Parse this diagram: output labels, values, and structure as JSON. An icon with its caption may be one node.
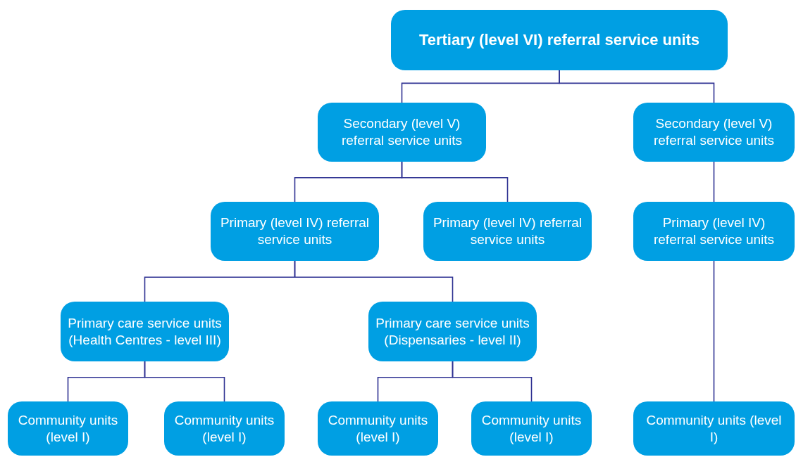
{
  "diagram": {
    "nodes": [
      {
        "text": [
          "Tertiary (level VI) referral service units"
        ]
      },
      {
        "text": [
          "Secondary (level V) referral service units"
        ]
      },
      {
        "text": [
          "Secondary (level V) referral service units"
        ]
      },
      {
        "text": [
          "Primary (level IV) referral service units"
        ]
      },
      {
        "text": [
          "Primary (level IV) referral service units"
        ]
      },
      {
        "text": [
          "Primary (level IV) referral service units"
        ]
      },
      {
        "text": [
          "Primary care service units (Health Centres - level III)"
        ]
      },
      {
        "text": [
          "Primary care service units (Dispensaries - level II)"
        ]
      },
      {
        "text": [
          "Community units (level I)"
        ]
      },
      {
        "text": [
          "Community units (level I)"
        ]
      },
      {
        "text": [
          "Community units (level I)"
        ]
      },
      {
        "text": [
          "Community units (level I)"
        ]
      },
      {
        "text": [
          "Community units (level I)"
        ]
      }
    ],
    "edges": [
      {
        "from": 0,
        "to": 1,
        "arrow": "none"
      },
      {
        "from": 0,
        "to": 2,
        "arrow": "none"
      },
      {
        "from": 1,
        "to": 3,
        "arrow": "none"
      },
      {
        "from": 1,
        "to": 4,
        "arrow": "none"
      },
      {
        "from": 2,
        "to": 5,
        "arrow": "none"
      },
      {
        "from": 3,
        "to": 6,
        "arrow": "none"
      },
      {
        "from": 3,
        "to": 7,
        "arrow": "none"
      },
      {
        "from": 5,
        "to": 12,
        "arrow": "none"
      },
      {
        "from": 6,
        "to": 8,
        "arrow": "none"
      },
      {
        "from": 6,
        "to": 9,
        "arrow": "none"
      },
      {
        "from": 7,
        "to": 10,
        "arrow": "none"
      },
      {
        "from": 7,
        "to": 11,
        "arrow": "none"
      }
    ]
  }
}
